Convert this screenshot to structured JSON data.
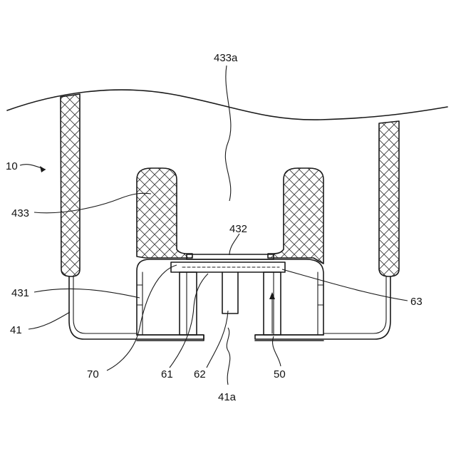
{
  "labels": {
    "l433a": "433a",
    "l10": "10",
    "l433": "433",
    "l432": "432",
    "l431": "431",
    "l41": "41",
    "l63": "63",
    "l70": "70",
    "l61": "61",
    "l62": "62",
    "l50": "50",
    "l41a": "41a"
  },
  "colors": {
    "line": "#1a1a1a",
    "background": "#ffffff"
  }
}
